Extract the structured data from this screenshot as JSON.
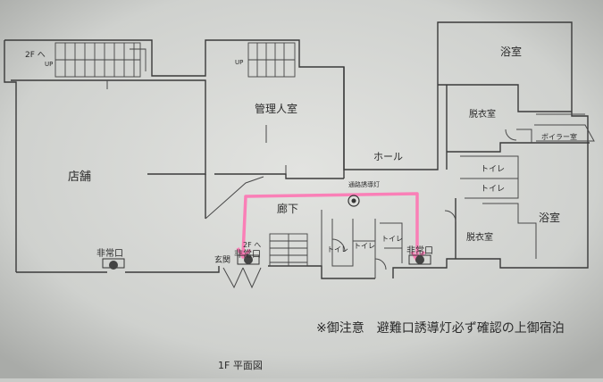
{
  "rooms": {
    "shop": "店舗",
    "manager": "管理人室",
    "hall": "ホール",
    "corridor": "廊下",
    "bath_top": "浴室",
    "bath_right": "浴室",
    "dressing_top": "脱衣室",
    "dressing_bottom": "脱衣室",
    "boiler": "ボイラー室",
    "toilet_1": "トイレ",
    "toilet_2": "トイレ",
    "toilet_3": "トイレ",
    "toilet_4": "トイレ",
    "toilet_5": "トイレ",
    "entrance": "玄関"
  },
  "labels": {
    "stair_up_left": "2F へ",
    "up_1": "UP",
    "up_2": "UP",
    "stair_2f_entrance": "2F へ",
    "emergency_exit_left": "非常口",
    "emergency_exit_center": "非常口",
    "emergency_exit_right": "非常口",
    "guide_light": "通路誘導灯"
  },
  "notice": "※御注意　避難口誘導灯必ず確認の上御宿泊",
  "floor_title": "1F 平面図",
  "colors": {
    "background": "#c9cbc8",
    "wall": "#3a3a3a",
    "evacuation_route": "#ff6fb0"
  }
}
